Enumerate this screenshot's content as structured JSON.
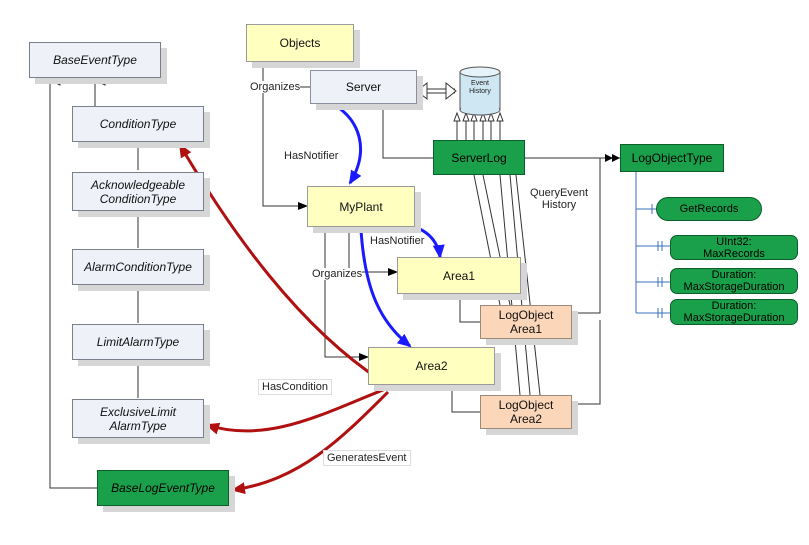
{
  "type_hierarchy": {
    "base_event_type": "BaseEventType",
    "condition_type": "ConditionType",
    "acknowledgeable_condition_type": [
      "Acknowledgeable",
      "ConditionType"
    ],
    "alarm_condition_type": "AlarmConditionType",
    "limit_alarm_type": "LimitAlarmType",
    "exclusive_limit_alarm_type": [
      "ExclusiveLimit",
      "AlarmType"
    ],
    "base_log_event_type": "BaseLogEventType"
  },
  "objects": {
    "objects": "Objects",
    "server": "Server",
    "event_history": [
      "Event",
      "History"
    ],
    "server_log": "ServerLog",
    "log_object_type": "LogObjectType",
    "my_plant": "MyPlant",
    "area1": "Area1",
    "area2": "Area2",
    "log_object_area1": [
      "LogObject",
      "Area1"
    ],
    "log_object_area2": [
      "LogObject",
      "Area2"
    ]
  },
  "log_object_members": {
    "get_records": "GetRecords",
    "max_records": [
      "UInt32:",
      "MaxRecords"
    ],
    "max_storage_duration_1": [
      "Duration:",
      "MaxStorageDuration"
    ],
    "max_storage_duration_2": [
      "Duration:",
      "MaxStorageDuration"
    ]
  },
  "references": {
    "organizes_1": "Organizes",
    "has_notifier_1": "HasNotifier",
    "query_event_history": [
      "QueryEvent",
      "History"
    ],
    "has_notifier_2": "HasNotifier",
    "organizes_2": "Organizes",
    "has_condition": "HasCondition",
    "generates_event": "GeneratesEvent"
  },
  "colors": {
    "type_fill": "#eef1f8",
    "object_fill": "#ffffc0",
    "green_fill": "#1aa04a",
    "peach_fill": "#fbd6b8",
    "notifier_arrow": "#1a1aff",
    "condition_arrow": "#b01010",
    "member_line": "#3a6fc0"
  }
}
